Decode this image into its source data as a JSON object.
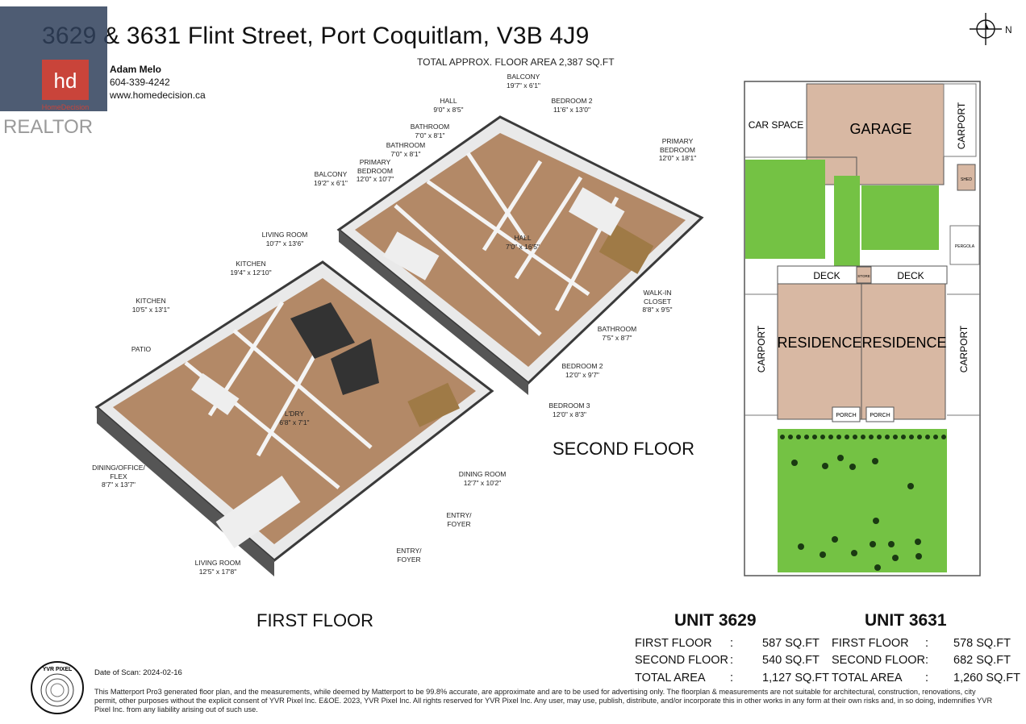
{
  "header": {
    "title": "3629 & 3631 Flint Street, Port Coquitlam, V3B 4J9",
    "subtitle": "TOTAL APPROX. FLOOR AREA 2,387 SQ.FT"
  },
  "agent": {
    "logo_text": "hd",
    "brand": "HomeDecision",
    "realtor_text": "REALTOR",
    "name": "Adam Melo",
    "phone": "604-339-4242",
    "website": "www.homedecision.ca"
  },
  "compass": {
    "north_label": "N"
  },
  "floors": {
    "second_floor_label": "SECOND FLOOR",
    "first_floor_label": "FIRST FLOOR",
    "room_labels": [
      {
        "name": "BALCONY",
        "dims": "19'7\" x 6'1\""
      },
      {
        "name": "BEDROOM 2",
        "dims": "11'6\" x 13'0\""
      },
      {
        "name": "HALL",
        "dims": "9'0\" x 8'5\""
      },
      {
        "name": "BATHROOM",
        "dims": "7'0\" x 8'1\""
      },
      {
        "name": "BATHROOM",
        "dims": "7'0\" x 8'1\""
      },
      {
        "name": "PRIMARY BEDROOM",
        "dims": "12'0\" x 18'1\""
      },
      {
        "name": "PRIMARY BEDROOM",
        "dims": "12'0\" x 10'7\""
      },
      {
        "name": "BALCONY",
        "dims": "19'2\" x 6'1\""
      },
      {
        "name": "LIVING ROOM",
        "dims": "10'7\" x 13'6\""
      },
      {
        "name": "HALL",
        "dims": "7'0\" x 16'5\""
      },
      {
        "name": "KITCHEN",
        "dims": "19'4\" x 12'10\""
      },
      {
        "name": "WALK-IN CLOSET",
        "dims": "8'8\" x 9'5\""
      },
      {
        "name": "KITCHEN",
        "dims": "10'5\" x 13'1\""
      },
      {
        "name": "BATHROOM",
        "dims": "7'5\" x 8'7\""
      },
      {
        "name": "PATIO",
        "dims": ""
      },
      {
        "name": "BEDROOM 2",
        "dims": "12'0\" x 9'7\""
      },
      {
        "name": "L'DRY",
        "dims": "6'8\" x 7'1\""
      },
      {
        "name": "BEDROOM 3",
        "dims": "12'0\" x 8'3\""
      },
      {
        "name": "DINING/OFFICE/ FLEX",
        "dims": "8'7\" x 13'7\""
      },
      {
        "name": "DINING ROOM",
        "dims": "12'7\" x 10'2\""
      },
      {
        "name": "ENTRY/ FOYER",
        "dims": ""
      },
      {
        "name": "ENTRY/ FOYER",
        "dims": ""
      },
      {
        "name": "LIVING ROOM",
        "dims": "12'5\" x 17'8\""
      }
    ]
  },
  "site_plan": {
    "car_space": "CAR SPACE",
    "garage": "GARAGE",
    "carport": "CARPORT",
    "shed": "SHED",
    "pergola": "PERGOLA",
    "deck": "DECK",
    "store": "STORE",
    "residence": "RESIDENCE",
    "porch": "PORCH",
    "colors": {
      "building": "#d8b8a3",
      "lawn": "#74c244",
      "outline": "#555555"
    }
  },
  "units": [
    {
      "title": "UNIT 3629",
      "rows": [
        {
          "label": "FIRST FLOOR",
          "sep": ":",
          "value": "587 SQ.FT"
        },
        {
          "label": "SECOND FLOOR",
          "sep": ":",
          "value": "540 SQ.FT"
        },
        {
          "label": "TOTAL AREA",
          "sep": ":",
          "value": "1,127 SQ.FT"
        }
      ]
    },
    {
      "title": "UNIT 3631",
      "rows": [
        {
          "label": "FIRST FLOOR",
          "sep": ":",
          "value": "578 SQ.FT"
        },
        {
          "label": "SECOND FLOOR",
          "sep": ":",
          "value": "682 SQ.FT"
        },
        {
          "label": "TOTAL AREA",
          "sep": ":",
          "value": "1,260 SQ.FT"
        }
      ]
    }
  ],
  "footer": {
    "yvr_logo_text": "YVR PIXEL",
    "date_of_scan": "Date of Scan: 2024-02-16",
    "disclaimer": "This Matterport Pro3 generated floor plan, and the measurements, while deemed by Matterport to be 99.8% accurate, are approximate and are to be used for advertising only. The floorplan & measurements are not suitable for architectural, construction, renovations, city permit, other purposes without the explicit consent of YVR Pixel Inc. E&OE. 2023, YVR Pixel Inc. All rights reserved for YVR Pixel Inc. Any user, may use, publish, distribute, and/or incorporate this in other works in any form at their own risks and, in so doing, indemnifies YVR Pixel Inc. from any liability arising out of such use."
  }
}
